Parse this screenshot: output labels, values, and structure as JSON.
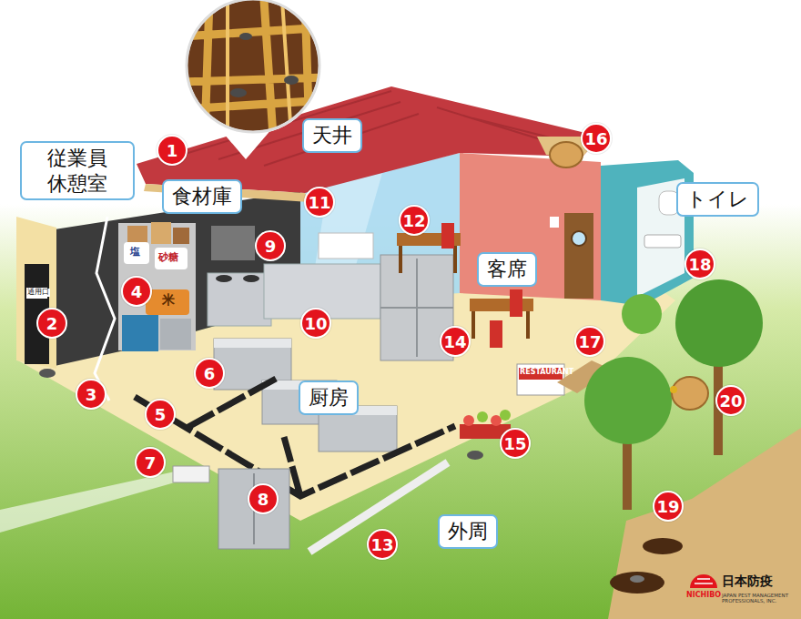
{
  "diagram": {
    "nodes": [
      {
        "text": [
          "従業員 休憩室"
        ]
      },
      {
        "text": [
          "食材庫"
        ]
      },
      {
        "text": [
          "天井"
        ]
      },
      {
        "text": [
          "トイレ"
        ]
      },
      {
        "text": [
          "客席"
        ]
      },
      {
        "text": [
          "厨房"
        ]
      },
      {
        "text": [
          "外周"
        ]
      },
      {
        "text": [
          "1"
        ]
      },
      {
        "text": [
          "2"
        ]
      },
      {
        "text": [
          "3"
        ]
      },
      {
        "text": [
          "4"
        ]
      },
      {
        "text": [
          "5"
        ]
      },
      {
        "text": [
          "6"
        ]
      },
      {
        "text": [
          "7"
        ]
      },
      {
        "text": [
          "8"
        ]
      },
      {
        "text": [
          "9"
        ]
      },
      {
        "text": [
          "10"
        ]
      },
      {
        "text": [
          "11"
        ]
      },
      {
        "text": [
          "12"
        ]
      },
      {
        "text": [
          "13"
        ]
      },
      {
        "text": [
          "14"
        ]
      },
      {
        "text": [
          "15"
        ]
      },
      {
        "text": [
          "16"
        ]
      },
      {
        "text": [
          "17"
        ]
      },
      {
        "text": [
          "18"
        ]
      },
      {
        "text": [
          "19"
        ]
      },
      {
        "text": [
          "20"
        ]
      }
    ],
    "labels": [
      "通用口",
      "塩",
      "砂糖",
      "米",
      "RESTAURANT",
      "日本防疫",
      "NICHIBO",
      "JAPAN PEST MANAGEMENT PROFESSIONALS, INC."
    ]
  }
}
